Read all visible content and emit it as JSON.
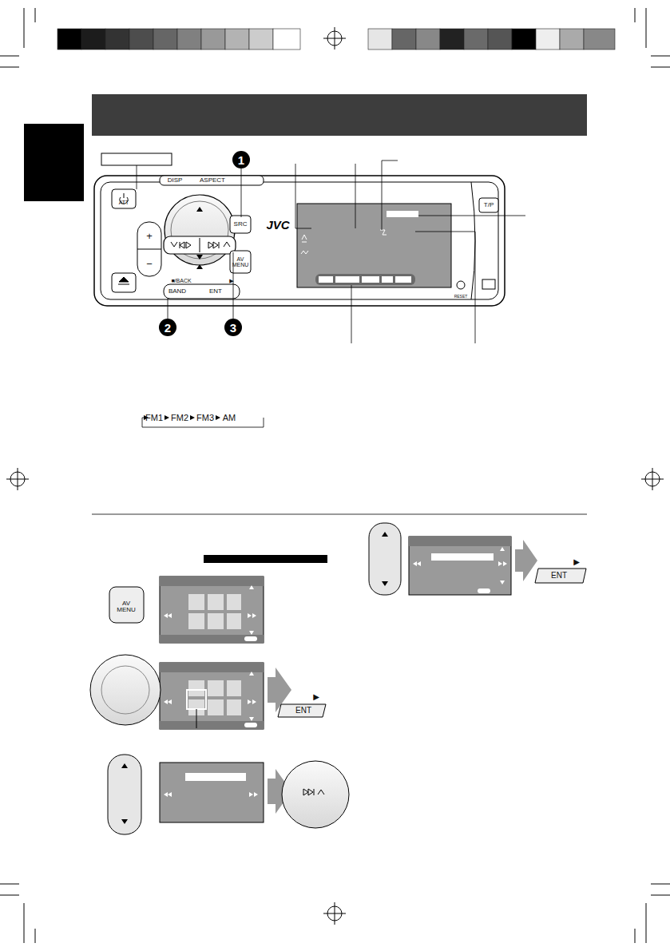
{
  "diagram": {
    "labels": [
      "1",
      "2",
      "3",
      "DISP",
      "ASPECT",
      "SRC",
      "AV MENU",
      "BAND",
      "ENT",
      "■/BACK",
      "▶",
      "JVC",
      "ATT",
      "+",
      "−",
      "RESET",
      "T/P",
      "FM1",
      "FM2",
      "FM3",
      "AM",
      "AV MENU",
      "ENT",
      "▶",
      "ENT",
      "▶"
    ]
  }
}
